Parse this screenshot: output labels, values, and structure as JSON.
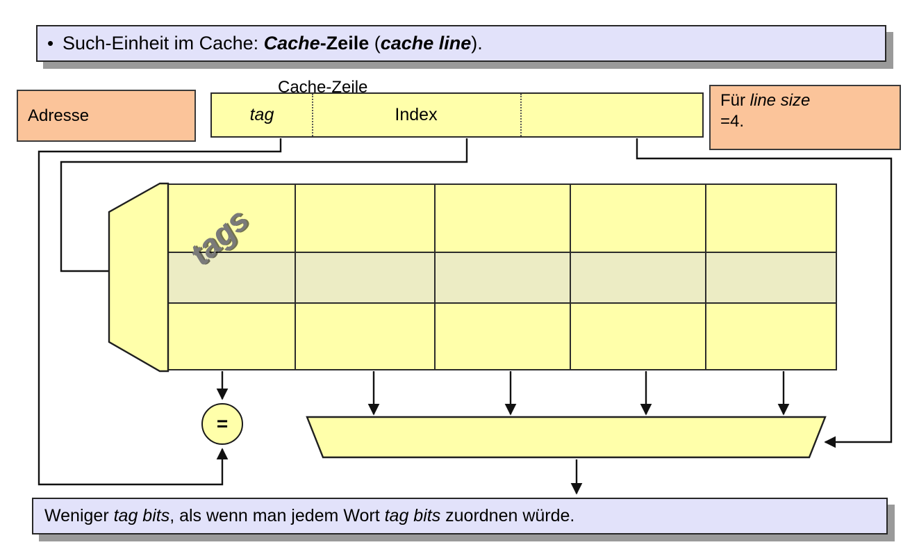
{
  "slide": {
    "header": {
      "bullet": "•",
      "text_parts": [
        {
          "t": "Such-Einheit im Cache: ",
          "style": "normal"
        },
        {
          "t": "Cache",
          "style": "bold-italic"
        },
        {
          "t": "-Zeile",
          "style": "bold"
        },
        {
          "t": " (",
          "style": "normal"
        },
        {
          "t": "cache line",
          "style": "bold-italic"
        },
        {
          "t": ").",
          "style": "normal"
        }
      ],
      "plain": "• Such-Einheit im Cache: Cache-Zeile (cache line)."
    },
    "footer": {
      "plain": "Weniger tag bits, als wenn man jedem Wort tag bits zuordnen würde.",
      "text_parts": [
        {
          "t": "Weniger ",
          "style": "normal"
        },
        {
          "t": "tag bits",
          "style": "italic"
        },
        {
          "t": ", als wenn man jedem Wort ",
          "style": "normal"
        },
        {
          "t": "tag bits",
          "style": "italic"
        },
        {
          "t": " zuordnen würde.",
          "style": "normal"
        }
      ]
    }
  },
  "diagram": {
    "address_label": "Adresse",
    "note": {
      "line1_prefix": "Für ",
      "line1_italic": "line size",
      "line2": "=4."
    },
    "address_fields": [
      {
        "label": "tag",
        "style": "italic"
      },
      {
        "label": "Index",
        "style": "normal"
      },
      {
        "label": "",
        "style": "normal"
      }
    ],
    "tags_column_label": "tags",
    "cache_line_label": "Cache-Zeile",
    "comparator_symbol": "=",
    "grid": {
      "rows": 3,
      "data_columns": 4,
      "highlighted_row_index": 1,
      "line_size": 4
    }
  },
  "colors": {
    "banner_fill": "#e2e2fa",
    "banner_shadow": "#9a9a9a",
    "orange_fill": "#fbc49a",
    "cell_yellow": "#ffffaa",
    "highlight_row": "#ececc4",
    "outline": "#2b2b2b",
    "tags_text": "#7a7a7a"
  }
}
